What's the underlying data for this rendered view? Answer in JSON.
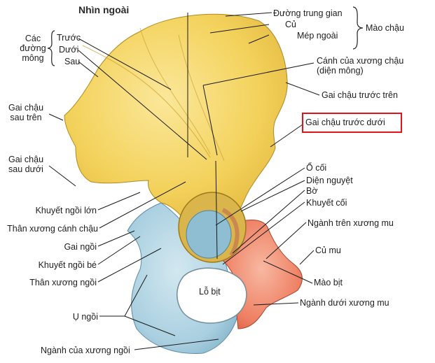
{
  "title": "Nhìn ngoài",
  "labels": {
    "duong_trung_gian": "Đường trung gian",
    "cu": "Củ",
    "mep_ngoai": "Mép ngoài",
    "mao_chau": "Mào chậu",
    "cac_duong_mong_l1": "Các",
    "cac_duong_mong_l2": "đường",
    "cac_duong_mong_l3": "mông",
    "truoc": "Trước",
    "duoi": "Dưới",
    "sau": "Sau",
    "canh_xuong_chau_l1": "Cánh của xương chậu",
    "canh_xuong_chau_l2": "(diện mông)",
    "gai_chau_truoc_tren": "Gai chậu trước trên",
    "gai_chau_truoc_duoi": "Gai chậu trước dưới",
    "gai_chau_sau_tren_l1": "Gai chậu",
    "gai_chau_sau_tren_l2": "sau trên",
    "gai_chau_sau_duoi_l1": "Gai chậu",
    "gai_chau_sau_duoi_l2": "sau dưới",
    "o_coi": "Ổ cối",
    "dien_nguyet": "Diện nguyệt",
    "bo": "Bờ",
    "khuyet_coi": "Khuyết cối",
    "khuyet_ngoi_lon": "Khuyết ngồi lớn",
    "than_xuong_canh_chau": "Thân xương cánh chậu",
    "nganh_tren_xuong_mu": "Ngành trên xương mu",
    "gai_ngoi": "Gai ngồi",
    "cu_mu": "Củ mu",
    "khuyet_ngoi_be": "Khuyết ngồi bé",
    "mao_bit": "Mào bịt",
    "than_xuong_ngoi": "Thân xương ngồi",
    "lo_bit": "Lỗ bịt",
    "nganh_duoi_xuong_mu": "Ngành dưới xương mu",
    "u_ngoi": "Ụ ngồi",
    "nganh_cua_xuong_ngoi": "Ngành của xương ngồi"
  },
  "colors": {
    "ilium": "#f3d25c",
    "ischium": "#a9cfe0",
    "pubis": "#ee7f62",
    "highlight": "#e0141a"
  }
}
